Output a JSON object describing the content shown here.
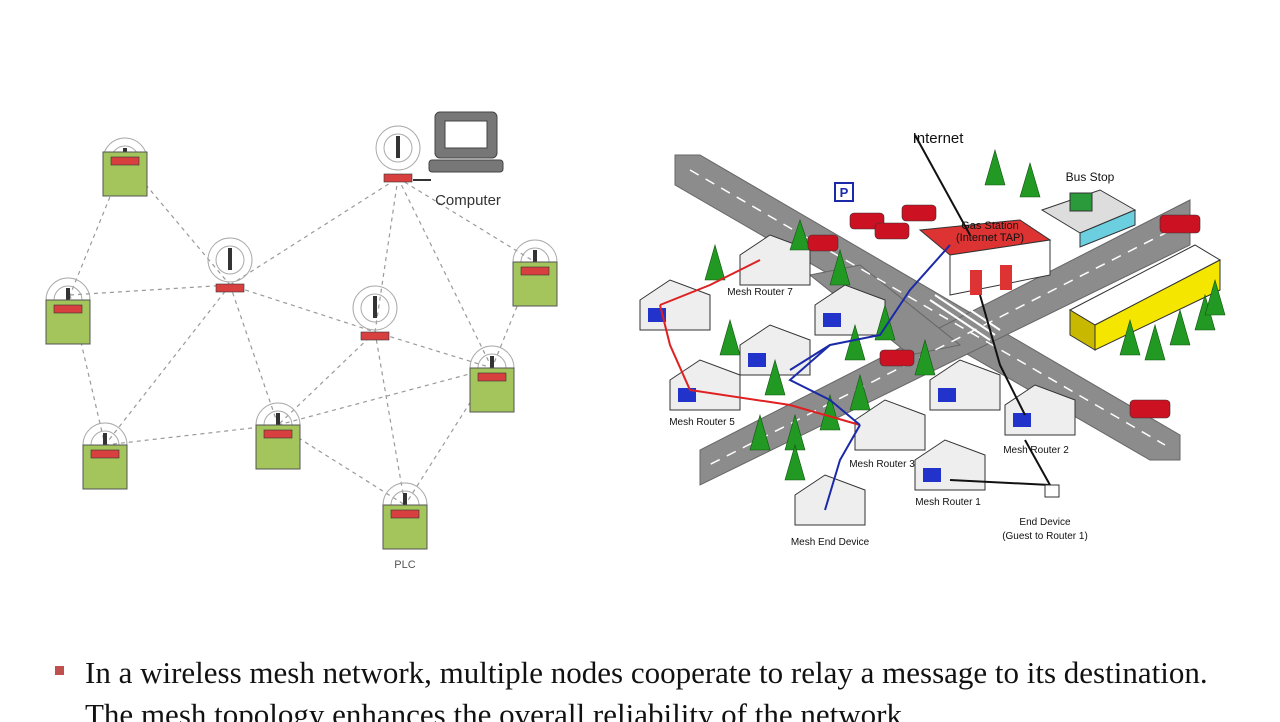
{
  "mesh_diagram": {
    "computer_label": "Computer",
    "plc_label": "PLC"
  },
  "city_diagram": {
    "internet_label": "Internet",
    "bus_stop_label": "Bus Stop",
    "gas_station_label": "Gas Station",
    "internet_tap_label": "(Internet TAP)",
    "routers": [
      "Mesh Router 1",
      "Mesh Router 2",
      "Mesh Router 3",
      "Mesh Router 5",
      "Mesh Router 7"
    ],
    "mesh_end_device_label": "Mesh End Device",
    "end_device_label": "End Device",
    "end_device_sub_label": "(Guest to Router 1)",
    "parking_sign": "P"
  },
  "bullet": {
    "text": "In a wireless mesh network, multiple nodes cooperate to relay a message  to its destination. The mesh topology enhances the overall reliability of the network"
  },
  "colors": {
    "node_green": "#a4c45c",
    "node_red": "#d84040",
    "road_gray": "#8c8c8c",
    "tree_green": "#229922",
    "building_yellow": "#f5e600",
    "link_red": "#e02020",
    "link_blue": "#1a2aa8",
    "bullet_accent": "#c0504d"
  }
}
